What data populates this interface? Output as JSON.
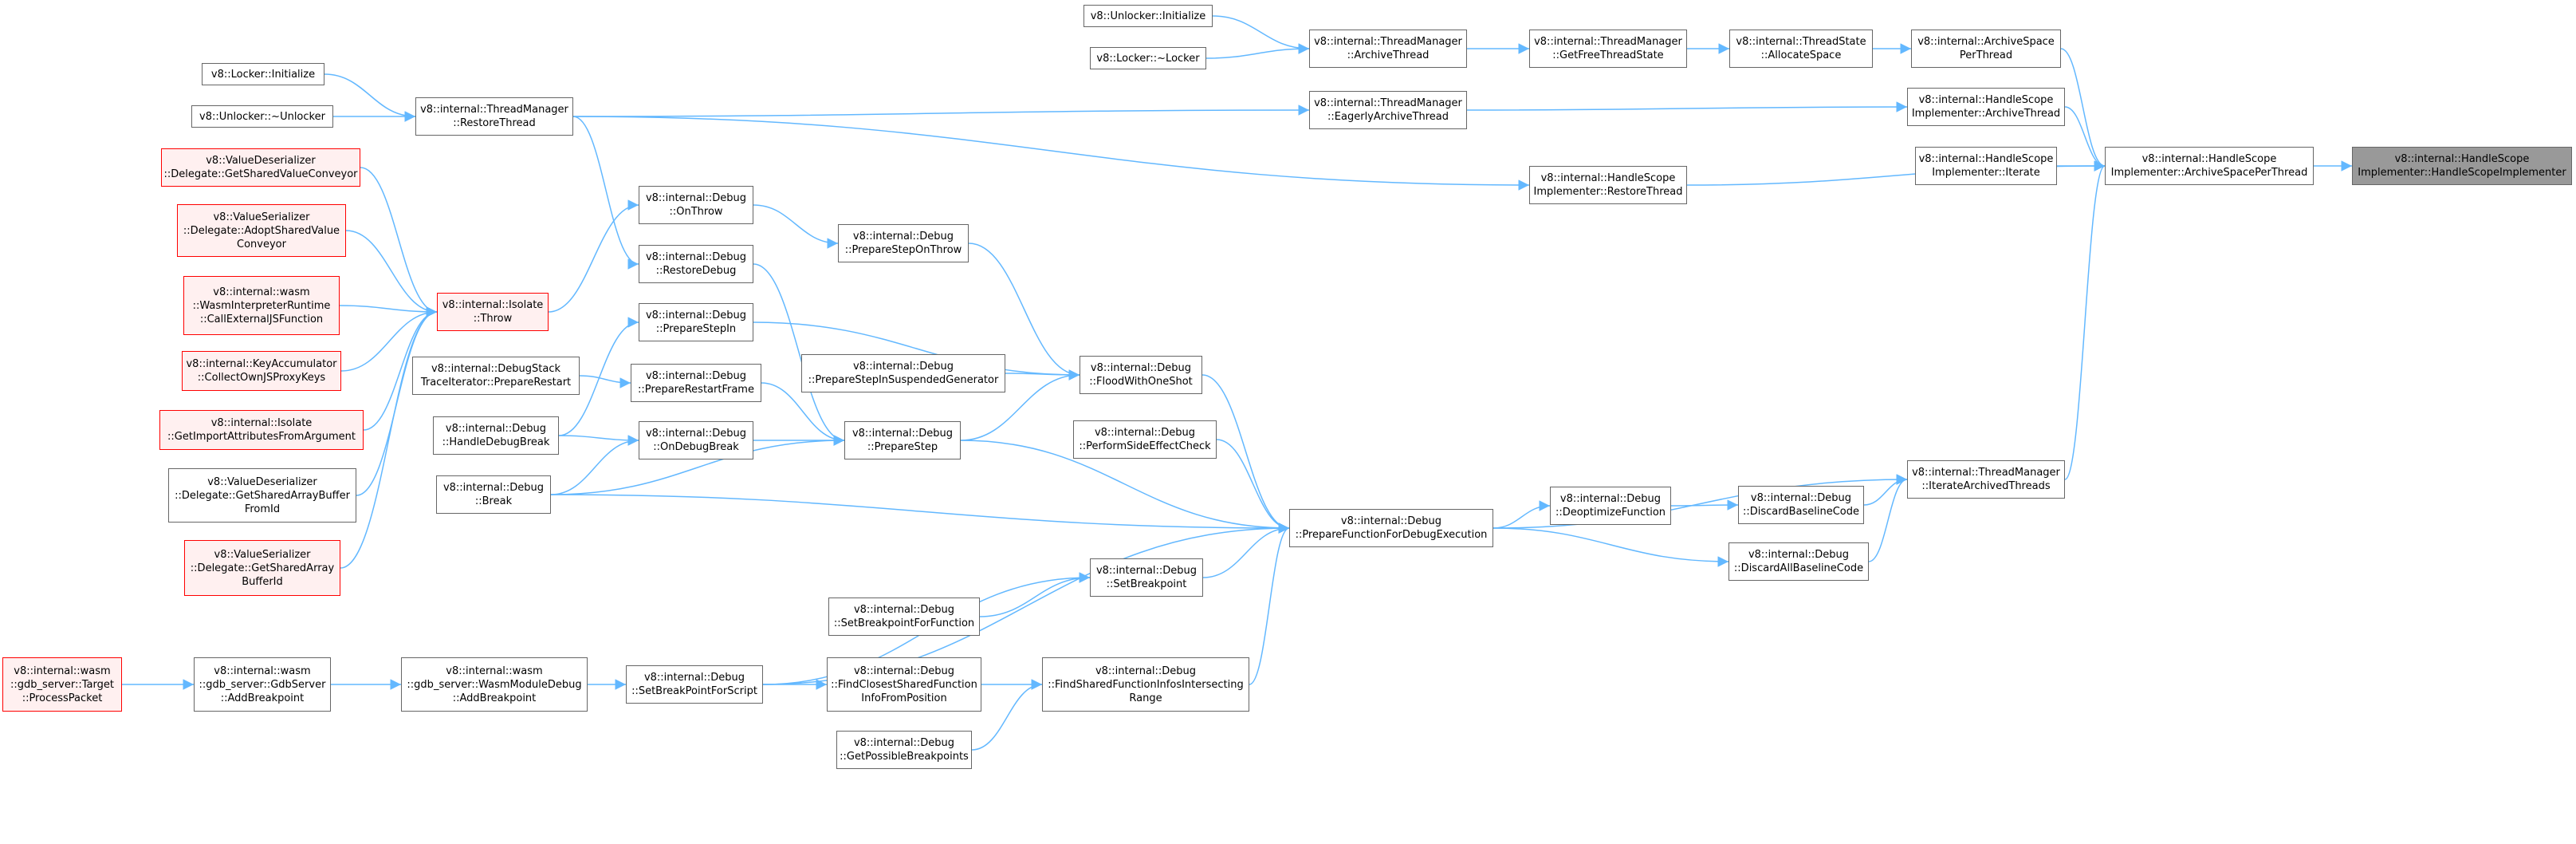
{
  "colors": {
    "edge": "#63b8ff",
    "node_border": "#666666",
    "red_border": "#ff0000",
    "red_fill": "#fff0f0",
    "current_fill": "#999999"
  },
  "nodes": [
    {
      "id": "n_unlocker_init",
      "label": "v8::Unlocker::Initialize",
      "style": "normal"
    },
    {
      "id": "n_locker_dtor",
      "label": "v8::Locker::~Locker",
      "style": "normal"
    },
    {
      "id": "n_tm_archive",
      "label": "v8::internal::ThreadManager\n::ArchiveThread",
      "style": "normal"
    },
    {
      "id": "n_tm_getfree",
      "label": "v8::internal::ThreadManager\n::GetFreeThreadState",
      "style": "normal"
    },
    {
      "id": "n_ts_alloc",
      "label": "v8::internal::ThreadState\n::AllocateSpace",
      "style": "normal"
    },
    {
      "id": "n_archspace",
      "label": "v8::internal::ArchiveSpace\nPerThread",
      "style": "normal"
    },
    {
      "id": "n_locker_init",
      "label": "v8::Locker::Initialize",
      "style": "normal"
    },
    {
      "id": "n_unlocker_dtor",
      "label": "v8::Unlocker::~Unlocker",
      "style": "normal"
    },
    {
      "id": "n_tm_restore",
      "label": "v8::internal::ThreadManager\n::RestoreThread",
      "style": "normal"
    },
    {
      "id": "n_tm_eager",
      "label": "v8::internal::ThreadManager\n::EagerlyArchiveThread",
      "style": "normal"
    },
    {
      "id": "n_hsi_archive",
      "label": "v8::internal::HandleScope\nImplementer::ArchiveThread",
      "style": "normal"
    },
    {
      "id": "n_hsi_iterate",
      "label": "v8::internal::HandleScope\nImplementer::Iterate",
      "style": "normal"
    },
    {
      "id": "n_hsi_archspace",
      "label": "v8::internal::HandleScope\nImplementer::ArchiveSpacePerThread",
      "style": "normal"
    },
    {
      "id": "n_current",
      "label": "v8::internal::HandleScope\nImplementer::HandleScopeImplementer",
      "style": "current"
    },
    {
      "id": "n_hsi_restore",
      "label": "v8::internal::HandleScope\nImplementer::RestoreThread",
      "style": "normal"
    },
    {
      "id": "n_vd_getsharedval",
      "label": "v8::ValueDeserializer\n::Delegate::GetSharedValueConveyor",
      "style": "red"
    },
    {
      "id": "n_vs_adopt",
      "label": "v8::ValueSerializer\n::Delegate::AdoptSharedValue\nConveyor",
      "style": "red"
    },
    {
      "id": "n_wasm_interp",
      "label": "v8::internal::wasm\n::WasmInterpreterRuntime\n::CallExternalJSFunction",
      "style": "red"
    },
    {
      "id": "n_keyacc",
      "label": "v8::internal::KeyAccumulator\n::CollectOwnJSProxyKeys",
      "style": "red"
    },
    {
      "id": "n_iso_getimport",
      "label": "v8::internal::Isolate\n::GetImportAttributesFromArgument",
      "style": "red"
    },
    {
      "id": "n_vd_getsab",
      "label": "v8::ValueDeserializer\n::Delegate::GetSharedArrayBuffer\nFromId",
      "style": "normal"
    },
    {
      "id": "n_vs_getsab",
      "label": "v8::ValueSerializer\n::Delegate::GetSharedArray\nBufferId",
      "style": "red"
    },
    {
      "id": "n_iso_throw",
      "label": "v8::internal::Isolate\n::Throw",
      "style": "red"
    },
    {
      "id": "n_dst_restart",
      "label": "v8::internal::DebugStack\nTraceIterator::PrepareRestart",
      "style": "normal"
    },
    {
      "id": "n_d_handlebreak",
      "label": "v8::internal::Debug\n::HandleDebugBreak",
      "style": "normal"
    },
    {
      "id": "n_d_break",
      "label": "v8::internal::Debug\n::Break",
      "style": "normal"
    },
    {
      "id": "n_d_onthrow",
      "label": "v8::internal::Debug\n::OnThrow",
      "style": "normal"
    },
    {
      "id": "n_d_restoredebug",
      "label": "v8::internal::Debug\n::RestoreDebug",
      "style": "normal"
    },
    {
      "id": "n_d_stepin",
      "label": "v8::internal::Debug\n::PrepareStepIn",
      "style": "normal"
    },
    {
      "id": "n_d_restartframe",
      "label": "v8::internal::Debug\n::PrepareRestartFrame",
      "style": "normal"
    },
    {
      "id": "n_d_ondebugbreak",
      "label": "v8::internal::Debug\n::OnDebugBreak",
      "style": "normal"
    },
    {
      "id": "n_d_steponthrow",
      "label": "v8::internal::Debug\n::PrepareStepOnThrow",
      "style": "normal"
    },
    {
      "id": "n_d_stepinsusp",
      "label": "v8::internal::Debug\n::PrepareStepInSuspendedGenerator",
      "style": "normal"
    },
    {
      "id": "n_d_preparestep",
      "label": "v8::internal::Debug\n::PrepareStep",
      "style": "normal"
    },
    {
      "id": "n_d_flood",
      "label": "v8::internal::Debug\n::FloodWithOneShot",
      "style": "normal"
    },
    {
      "id": "n_d_sideeffect",
      "label": "v8::internal::Debug\n::PerformSideEffectCheck",
      "style": "normal"
    },
    {
      "id": "n_d_prepfunc",
      "label": "v8::internal::Debug\n::PrepareFunctionForDebugExecution",
      "style": "normal"
    },
    {
      "id": "n_d_deopt",
      "label": "v8::internal::Debug\n::DeoptimizeFunction",
      "style": "normal"
    },
    {
      "id": "n_d_discardbase",
      "label": "v8::internal::Debug\n::DiscardBaselineCode",
      "style": "normal"
    },
    {
      "id": "n_d_discardall",
      "label": "v8::internal::Debug\n::DiscardAllBaselineCode",
      "style": "normal"
    },
    {
      "id": "n_tm_iterate",
      "label": "v8::internal::ThreadManager\n::IterateArchivedThreads",
      "style": "normal"
    },
    {
      "id": "n_d_setbp",
      "label": "v8::internal::Debug\n::SetBreakpoint",
      "style": "normal"
    },
    {
      "id": "n_d_setbpfunc",
      "label": "v8::internal::Debug\n::SetBreakpointForFunction",
      "style": "normal"
    },
    {
      "id": "n_wasm_target",
      "label": "v8::internal::wasm\n::gdb_server::Target\n::ProcessPacket",
      "style": "red"
    },
    {
      "id": "n_wasm_gdbserver",
      "label": "v8::internal::wasm\n::gdb_server::GdbServer\n::AddBreakpoint",
      "style": "normal"
    },
    {
      "id": "n_wasm_moddebug",
      "label": "v8::internal::wasm\n::gdb_server::WasmModuleDebug\n::AddBreakpoint",
      "style": "normal"
    },
    {
      "id": "n_d_setbpscript",
      "label": "v8::internal::Debug\n::SetBreakPointForScript",
      "style": "normal"
    },
    {
      "id": "n_d_findclosest",
      "label": "v8::internal::Debug\n::FindClosestSharedFunction\nInfoFromPosition",
      "style": "normal"
    },
    {
      "id": "n_d_getpossible",
      "label": "v8::internal::Debug\n::GetPossibleBreakpoints",
      "style": "normal"
    },
    {
      "id": "n_d_findshared",
      "label": "v8::internal::Debug\n::FindSharedFunctionInfosIntersecting\nRange",
      "style": "normal"
    }
  ],
  "edges": [
    [
      "n_unlocker_init",
      "n_tm_archive"
    ],
    [
      "n_locker_dtor",
      "n_tm_archive"
    ],
    [
      "n_tm_archive",
      "n_tm_getfree"
    ],
    [
      "n_tm_getfree",
      "n_ts_alloc"
    ],
    [
      "n_ts_alloc",
      "n_archspace"
    ],
    [
      "n_archspace",
      "n_hsi_archspace"
    ],
    [
      "n_locker_init",
      "n_tm_restore"
    ],
    [
      "n_unlocker_dtor",
      "n_tm_restore"
    ],
    [
      "n_tm_restore",
      "n_tm_eager"
    ],
    [
      "n_tm_eager",
      "n_hsi_archive"
    ],
    [
      "n_hsi_archive",
      "n_hsi_archspace"
    ],
    [
      "n_hsi_iterate",
      "n_hsi_archspace"
    ],
    [
      "n_hsi_archspace",
      "n_current"
    ],
    [
      "n_tm_restore",
      "n_hsi_restore"
    ],
    [
      "n_hsi_restore",
      "n_hsi_archspace"
    ],
    [
      "n_tm_restore",
      "n_d_restoredebug"
    ],
    [
      "n_vd_getsharedval",
      "n_iso_throw"
    ],
    [
      "n_vs_adopt",
      "n_iso_throw"
    ],
    [
      "n_wasm_interp",
      "n_iso_throw"
    ],
    [
      "n_keyacc",
      "n_iso_throw"
    ],
    [
      "n_iso_getimport",
      "n_iso_throw"
    ],
    [
      "n_vd_getsab",
      "n_iso_throw"
    ],
    [
      "n_vs_getsab",
      "n_iso_throw"
    ],
    [
      "n_iso_throw",
      "n_d_onthrow"
    ],
    [
      "n_d_onthrow",
      "n_d_steponthrow"
    ],
    [
      "n_d_steponthrow",
      "n_d_flood"
    ],
    [
      "n_d_restoredebug",
      "n_d_preparestep"
    ],
    [
      "n_d_handlebreak",
      "n_d_stepin"
    ],
    [
      "n_d_handlebreak",
      "n_d_ondebugbreak"
    ],
    [
      "n_d_break",
      "n_d_ondebugbreak"
    ],
    [
      "n_d_break",
      "n_d_preparestep"
    ],
    [
      "n_d_break",
      "n_d_prepfunc"
    ],
    [
      "n_dst_restart",
      "n_d_restartframe"
    ],
    [
      "n_d_restartframe",
      "n_d_preparestep"
    ],
    [
      "n_d_ondebugbreak",
      "n_d_preparestep"
    ],
    [
      "n_d_stepin",
      "n_d_flood"
    ],
    [
      "n_d_stepinsusp",
      "n_d_flood"
    ],
    [
      "n_d_preparestep",
      "n_d_flood"
    ],
    [
      "n_d_preparestep",
      "n_d_prepfunc"
    ],
    [
      "n_d_flood",
      "n_d_prepfunc"
    ],
    [
      "n_d_sideeffect",
      "n_d_prepfunc"
    ],
    [
      "n_d_prepfunc",
      "n_d_deopt"
    ],
    [
      "n_d_prepfunc",
      "n_tm_iterate"
    ],
    [
      "n_d_prepfunc",
      "n_d_discardall"
    ],
    [
      "n_d_deopt",
      "n_d_discardbase"
    ],
    [
      "n_d_discardbase",
      "n_tm_iterate"
    ],
    [
      "n_d_discardall",
      "n_tm_iterate"
    ],
    [
      "n_tm_iterate",
      "n_hsi_archspace"
    ],
    [
      "n_d_setbp",
      "n_d_prepfunc"
    ],
    [
      "n_d_setbpfunc",
      "n_d_setbp"
    ],
    [
      "n_wasm_target",
      "n_wasm_gdbserver"
    ],
    [
      "n_wasm_gdbserver",
      "n_wasm_moddebug"
    ],
    [
      "n_wasm_moddebug",
      "n_d_setbpscript"
    ],
    [
      "n_d_setbpscript",
      "n_d_setbp"
    ],
    [
      "n_d_setbpscript",
      "n_d_findclosest"
    ],
    [
      "n_d_setbpscript",
      "n_d_prepfunc"
    ],
    [
      "n_d_findclosest",
      "n_d_findshared"
    ],
    [
      "n_d_getpossible",
      "n_d_findshared"
    ],
    [
      "n_d_findshared",
      "n_d_prepfunc"
    ]
  ]
}
